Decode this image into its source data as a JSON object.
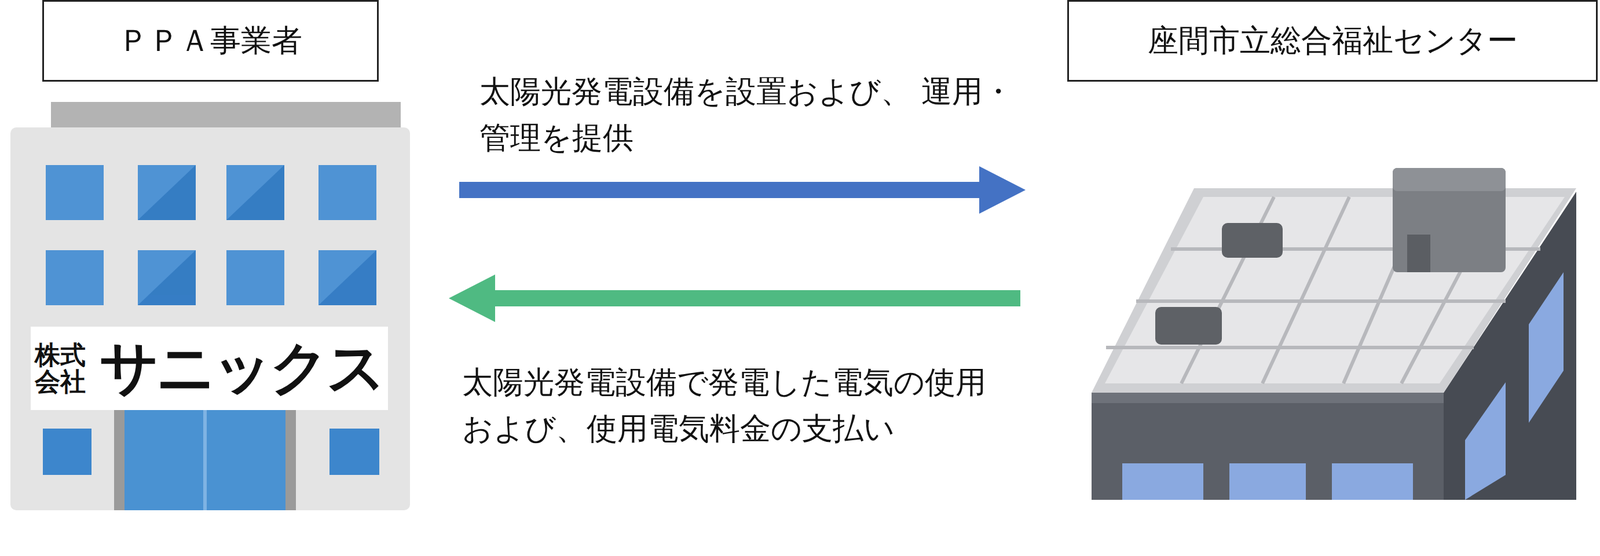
{
  "diagram": {
    "nodes": [
      {
        "text": [
          "ＰＰＡ事業者"
        ]
      },
      {
        "text": [
          "座間市立総合福祉センター"
        ]
      }
    ],
    "edges": [
      {
        "from": 0,
        "to": 1,
        "arrow": "to",
        "label": "太陽光発電設備を設置および、 運用・管理を提供"
      },
      {
        "from": 1,
        "to": 0,
        "arrow": "to",
        "label": "太陽光発電設備で発電した電気の使用 および、使用電気料金の支払い"
      }
    ],
    "labels": [
      "株式 会社",
      "サニックス"
    ]
  }
}
